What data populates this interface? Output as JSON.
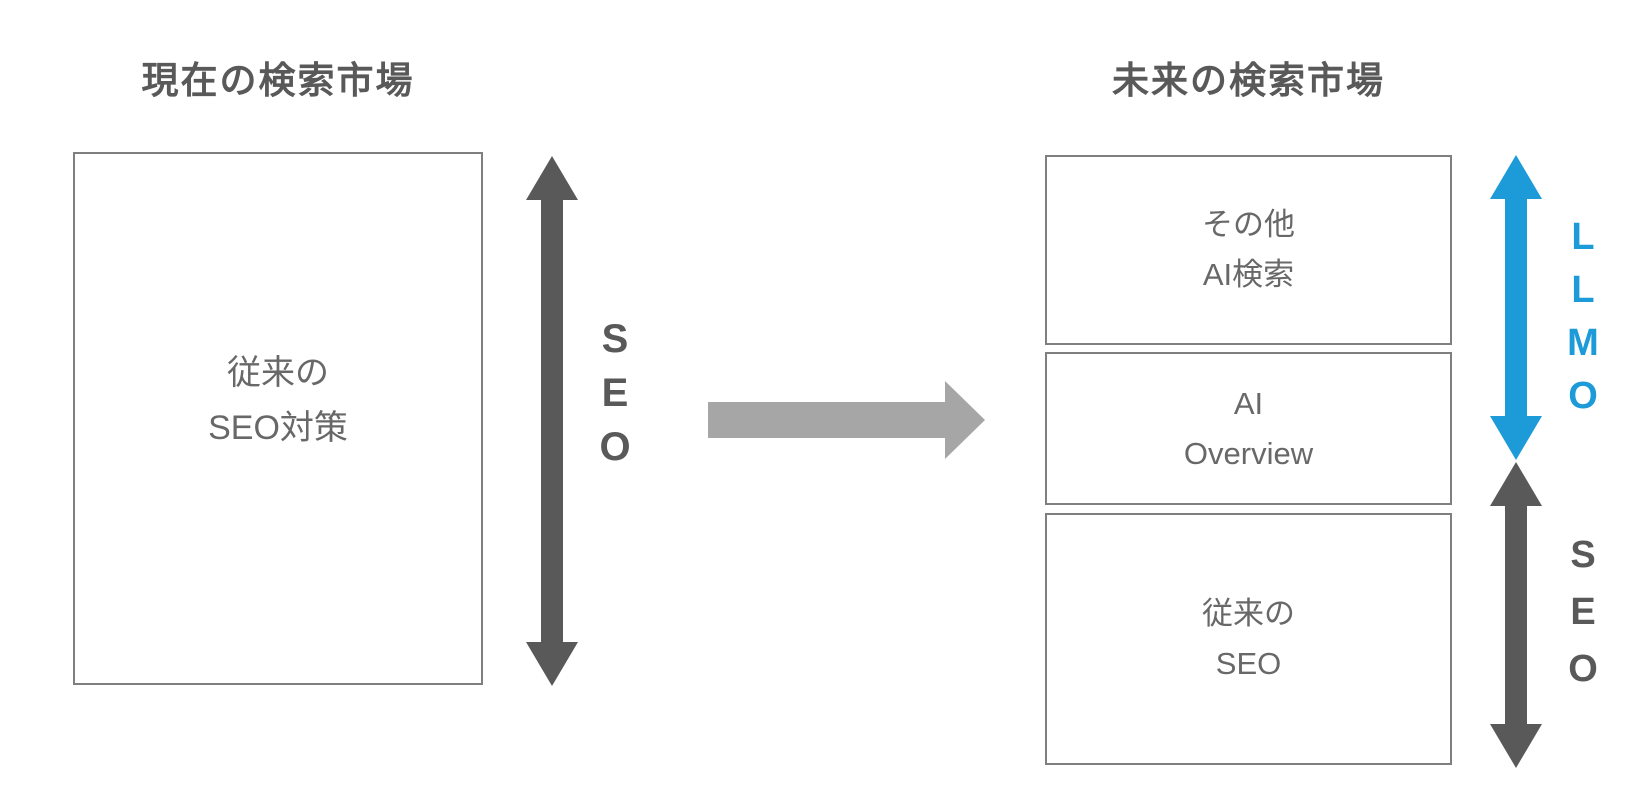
{
  "diagram": {
    "left_panel": {
      "title": "現在の検索市場",
      "box_label": "従来の\nSEO対策",
      "arrow_label": "S\nE\nO"
    },
    "right_panel": {
      "title": "未来の検索市場",
      "sections": [
        {
          "label": "その他\nAI検索"
        },
        {
          "label": "AI\nOverview"
        },
        {
          "label": "従来の\nSEO"
        }
      ],
      "llmo_arrow_label": "L\nL\nM\nO",
      "seo_arrow_label": "S\nE\nO"
    },
    "colors": {
      "dark_gray_arrow": "#595959",
      "transition_arrow_gray": "#a6a6a6",
      "llmo_accent_blue": "#1c9bd8",
      "box_border_gray": "#7f7f7f",
      "box_text_gray": "#686868"
    }
  }
}
